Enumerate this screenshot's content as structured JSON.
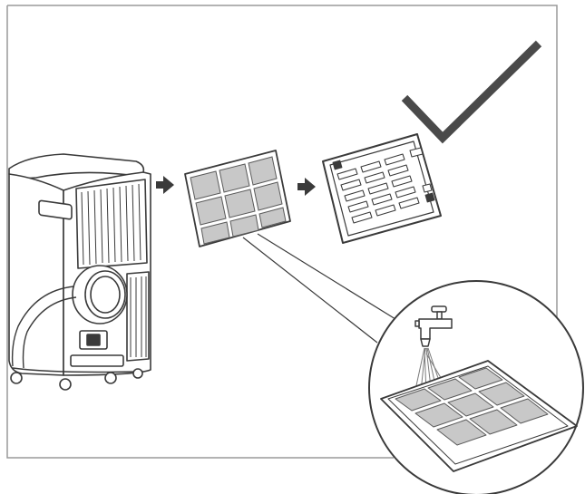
{
  "figure": {
    "kind": "instruction-illustration",
    "steps": [
      "remove-filter",
      "inspect-filter-frame",
      "rinse-filter-under-tap"
    ],
    "line_color": "#3a3a3a",
    "frame_color": "#9a9a9a",
    "mesh_color": "#c8c8c8",
    "water_color": "#7a7a7a",
    "background": "#ffffff",
    "icons": [
      "air-conditioner-icon",
      "arrow-right-icon",
      "filter-mesh-icon",
      "filter-frame-icon",
      "check-mark-icon",
      "magnifier-circle-icon",
      "water-tap-icon",
      "water-stream-icon"
    ]
  }
}
